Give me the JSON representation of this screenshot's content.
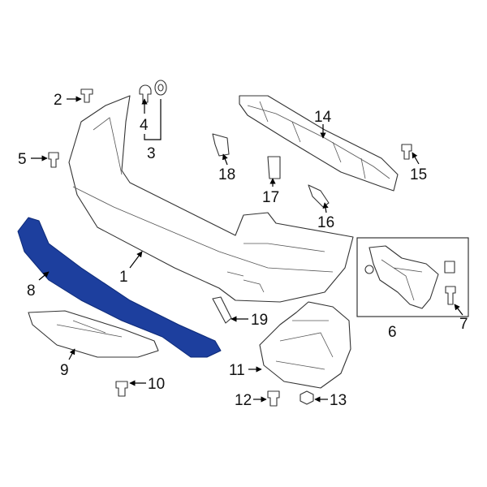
{
  "diagram": {
    "highlight_color": "#1d3f9e",
    "highlighted_part": "8",
    "callouts": [
      "1",
      "2",
      "3",
      "4",
      "5",
      "6",
      "7",
      "8",
      "9",
      "10",
      "11",
      "12",
      "13",
      "14",
      "15",
      "16",
      "17",
      "18",
      "19"
    ]
  }
}
